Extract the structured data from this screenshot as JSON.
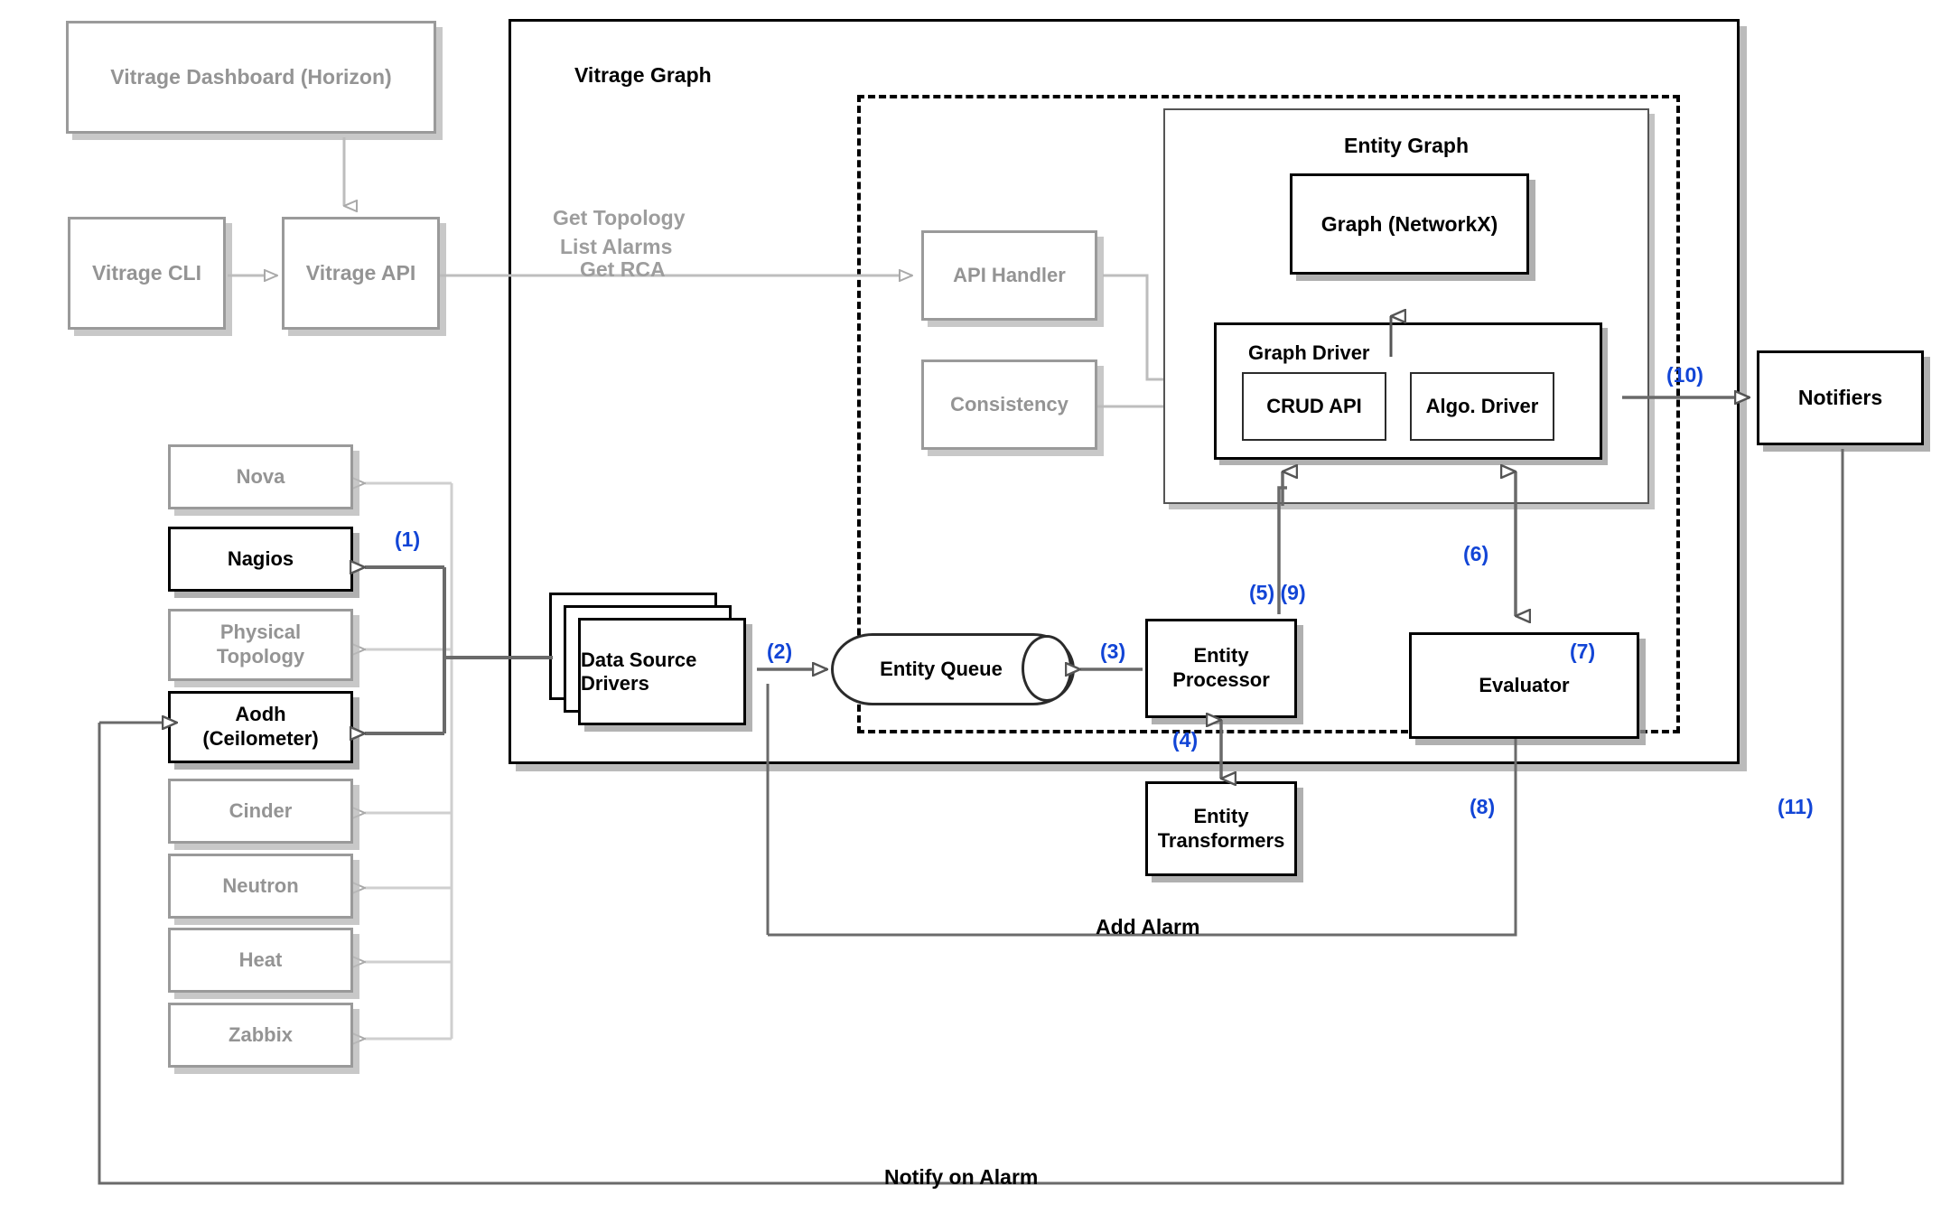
{
  "diagram": {
    "title": "Vitrage Graph architecture flow",
    "frame_label": "Vitrage Graph",
    "colors": {
      "active_stroke": "#000000",
      "dim_stroke": "#9a9a9a",
      "dim_text": "#949494",
      "step_number": "#1245d6",
      "shadow": "#b4b4b4",
      "background": "#ffffff"
    }
  },
  "clients": {
    "dashboard": "Vitrage Dashboard (Horizon)",
    "cli": "Vitrage CLI",
    "api": "Vitrage API"
  },
  "api_calls": {
    "line1": "Get Topology",
    "line2": "List Alarms",
    "line3": "Get RCA"
  },
  "datasources": [
    {
      "label": "Nova",
      "active": false
    },
    {
      "label": "Nagios",
      "active": true
    },
    {
      "label": "Physical Topology",
      "active": false
    },
    {
      "label": "Aodh (Ceilometer)",
      "active": true
    },
    {
      "label": "Cinder",
      "active": false
    },
    {
      "label": "Neutron",
      "active": false
    },
    {
      "label": "Heat",
      "active": false
    },
    {
      "label": "Zabbix",
      "active": false
    }
  ],
  "graph": {
    "api_handler": "API Handler",
    "consistency": "Consistency",
    "entity_graph": "Entity Graph",
    "networkx": "Graph (NetworkX)",
    "graph_driver": "Graph Driver",
    "crud_api": "CRUD API",
    "algo_driver": "Algo. Driver",
    "data_source_drivers": "Data Source Drivers",
    "entity_queue": "Entity Queue",
    "entity_processor": "Entity Processor",
    "entity_transformers": "Entity Transformers",
    "evaluator": "Evaluator",
    "notifiers": "Notifiers"
  },
  "flow_labels": {
    "add_alarm": "Add Alarm",
    "notify_on_alarm": "Notify on Alarm"
  },
  "steps": {
    "s1": "(1)",
    "s2": "(2)",
    "s3": "(3)",
    "s4": "(4)",
    "s5_9": "(5) (9)",
    "s6": "(6)",
    "s7": "(7)",
    "s8": "(8)",
    "s10": "(10)",
    "s11": "(11)"
  }
}
